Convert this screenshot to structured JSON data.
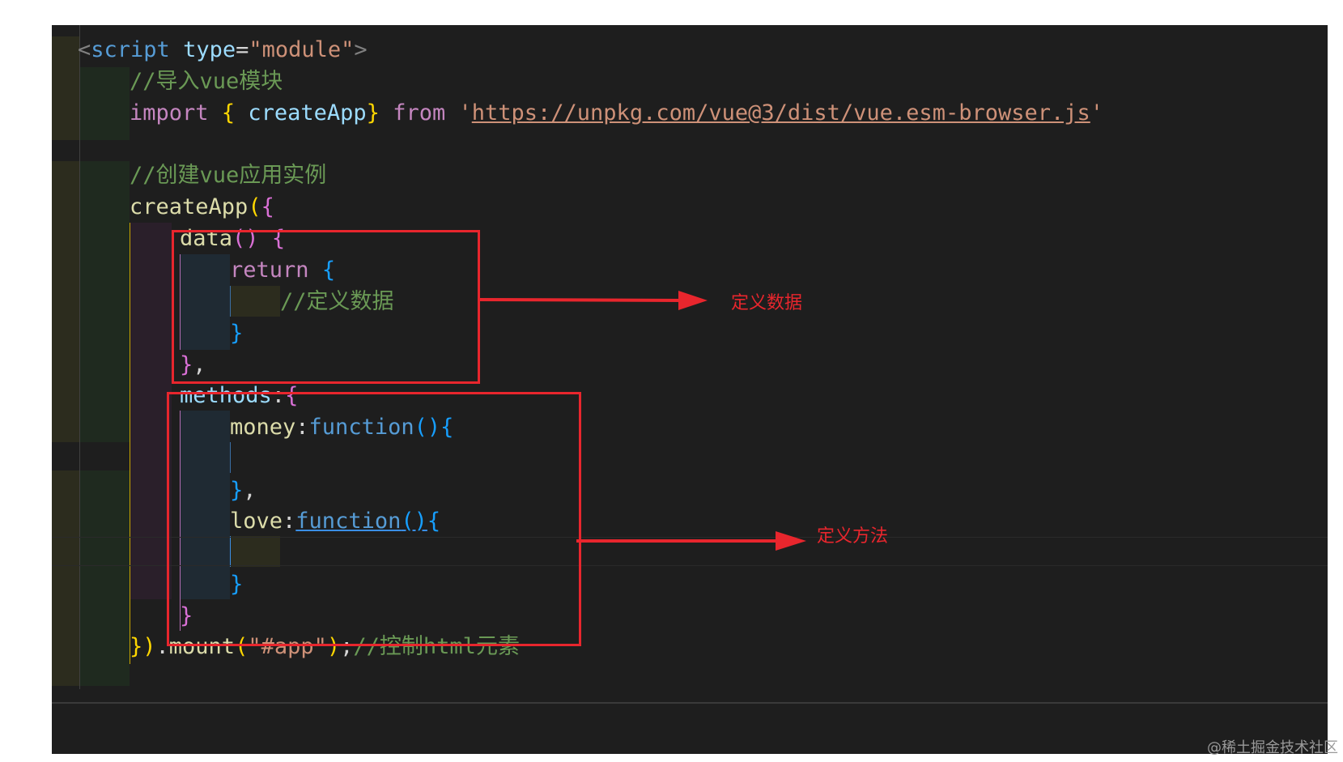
{
  "code_lines": {
    "l1": {
      "bracket_open": "<",
      "tag": "script",
      "space": " ",
      "attr": "type",
      "eq": "=",
      "value": "\"module\"",
      "bracket_close": ">"
    },
    "l2": {
      "comment": "//导入vue模块"
    },
    "l3": {
      "kw": "import",
      "sp1": " ",
      "brace_open": "{",
      "sp2": " ",
      "name": "createApp",
      "brace_close": "}",
      "sp3": " ",
      "from": "from",
      "sp4": " ",
      "quote_open": "'",
      "url": "https://unpkg.com/vue@3/dist/vue.esm-browser.js",
      "quote_close": "'"
    },
    "l5": {
      "comment": "//创建vue应用实例"
    },
    "l6": {
      "fn": "createApp",
      "paren": "(",
      "brace": "{"
    },
    "l7": {
      "name": "data",
      "parens": "()",
      "sp": " ",
      "brace": "{"
    },
    "l8": {
      "kw": "return",
      "sp": " ",
      "brace": "{"
    },
    "l9": {
      "comment": "//定义数据"
    },
    "l10": {
      "brace": "}"
    },
    "l11": {
      "brace": "}",
      "comma": ","
    },
    "l12": {
      "name": "methods",
      "colon": ":",
      "brace": "{"
    },
    "l13": {
      "name": "money",
      "colon": ":",
      "kw": "function",
      "parens": "()",
      "brace": "{"
    },
    "l15": {
      "brace": "}",
      "comma": ","
    },
    "l16": {
      "name": "love",
      "colon": ":",
      "kw": "function",
      "parens": "()",
      "brace": "{"
    },
    "l18": {
      "brace": "}"
    },
    "l19": {
      "brace": "}"
    },
    "l20": {
      "close": "})",
      "dot": ".",
      "fn": "mount",
      "paren_open": "(",
      "arg": "\"#app\"",
      "paren_close": ")",
      "semi": ";",
      "comment": "//控制html元素"
    }
  },
  "annotations": {
    "define_data": "定义数据",
    "define_methods": "定义方法"
  },
  "watermark": "@稀土掘金技术社区",
  "colors": {
    "editor_bg": "#1e1e1e",
    "annotation_red": "#e8262d",
    "comment_green": "#6a9955",
    "string_orange": "#ce9178"
  }
}
